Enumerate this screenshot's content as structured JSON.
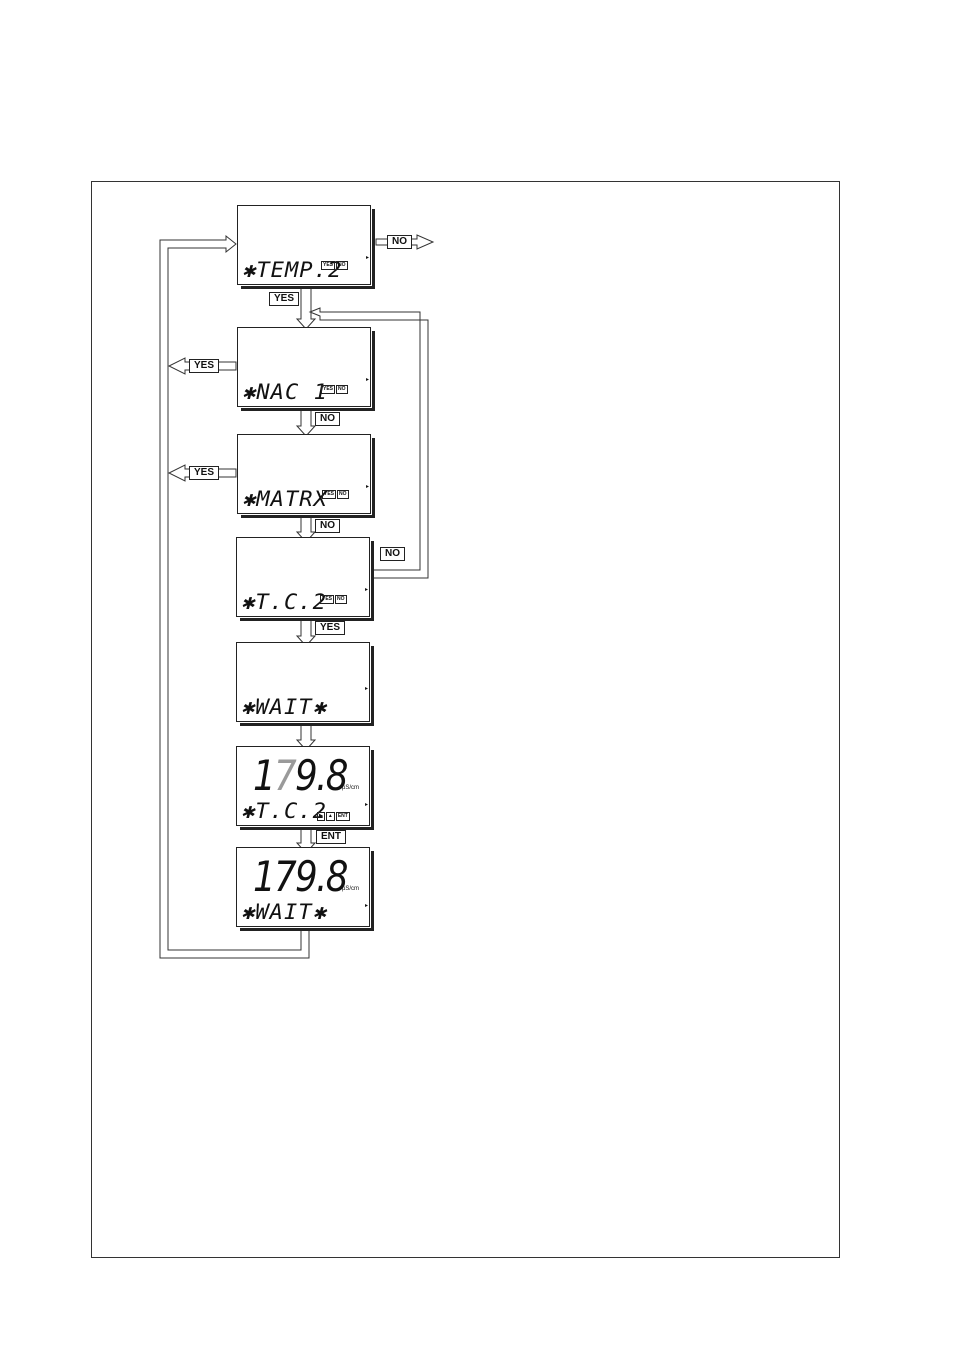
{
  "displays": [
    {
      "text": "✱TEMP.2",
      "keys": [
        "YES",
        "NO"
      ]
    },
    {
      "text": "✱NAC 1",
      "keys": [
        "YES",
        "NO"
      ]
    },
    {
      "text": "✱MATRX",
      "keys": [
        "YES",
        "NO"
      ]
    },
    {
      "text": "✱T.C.2",
      "keys": [
        "YES",
        "NO"
      ]
    },
    {
      "text": "✱WAIT✱"
    },
    {
      "value_prefix": "1",
      "value_dim": "7",
      "value_suffix": "9.8",
      "unit": "µS/cm",
      "text": "✱T.C.2",
      "keys": [
        "▶",
        "▲",
        "ENT"
      ]
    },
    {
      "value": "179.8",
      "unit": "µS/cm",
      "text": "✱WAIT✱"
    }
  ],
  "labels": {
    "no_exit": "NO",
    "yes_1": "YES",
    "yes_left_2": "YES",
    "no_2": "NO",
    "yes_left_3": "YES",
    "no_3": "NO",
    "no_loop": "NO",
    "yes_4": "YES",
    "ent_6": "ENT"
  },
  "pointer": "▸"
}
